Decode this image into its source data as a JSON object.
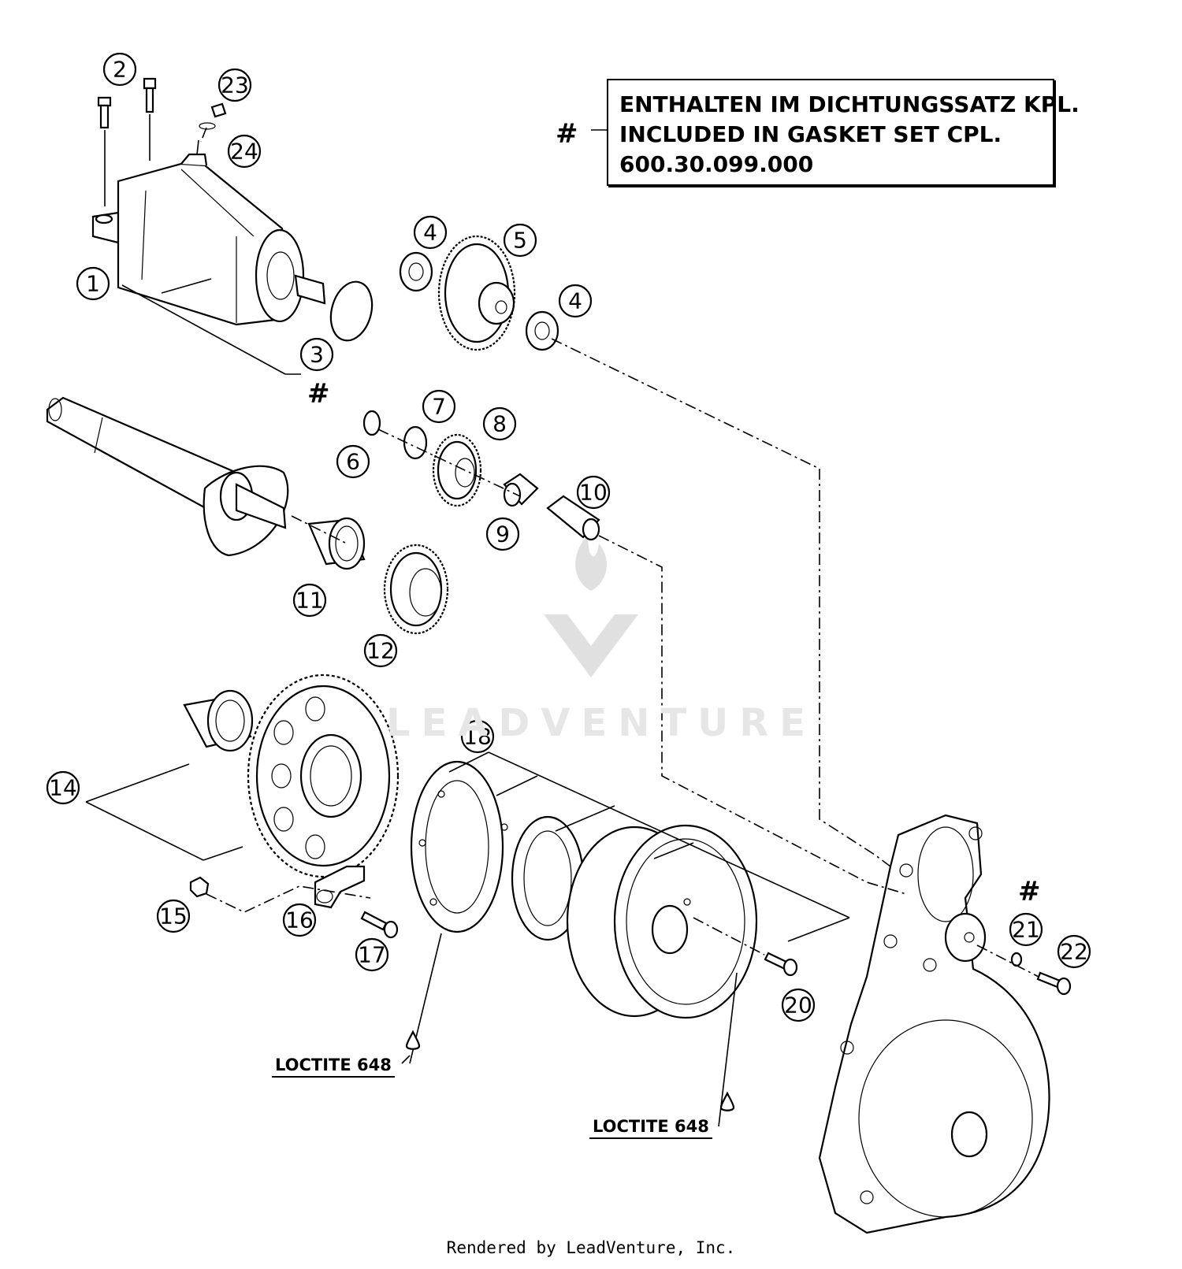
{
  "note": {
    "line1": "ENTHALTEN IM DICHTUNGSSATZ KPL.",
    "line2": "INCLUDED IN GASKET SET CPL.",
    "line3": "600.30.099.000",
    "marker": "#"
  },
  "callouts": [
    "1",
    "2",
    "3",
    "4",
    "4",
    "5",
    "6",
    "7",
    "8",
    "9",
    "10",
    "11",
    "12",
    "14",
    "15",
    "16",
    "17",
    "18",
    "20",
    "21",
    "22",
    "23",
    "24"
  ],
  "gasket_markers": [
    "#",
    "#"
  ],
  "loctite_labels": [
    "LOCTITE 648",
    "LOCTITE 648"
  ],
  "watermark": "LEADVENTURE",
  "footer": "Rendered by LeadVenture, Inc."
}
